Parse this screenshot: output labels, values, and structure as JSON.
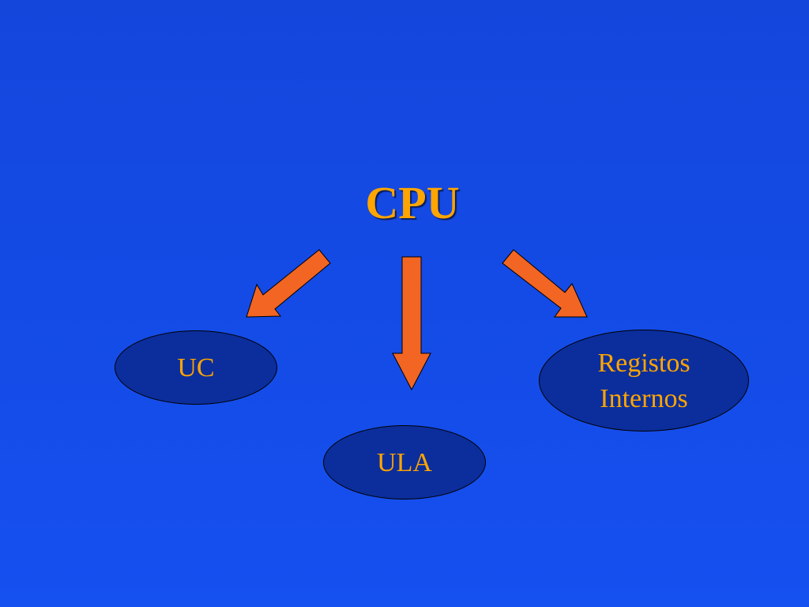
{
  "colors": {
    "background": "#1550f0",
    "text_accent": "#ffa500",
    "arrow_fill": "#f26522",
    "node_fill": "#0b2e9c",
    "outline": "#000000"
  },
  "title": "CPU",
  "nodes": [
    {
      "id": "uc",
      "label": "UC"
    },
    {
      "id": "ula",
      "label": "ULA"
    },
    {
      "id": "registos",
      "label": "Registos\nInternos"
    }
  ],
  "connections": [
    {
      "from": "CPU",
      "to": "UC",
      "direction": "down-left"
    },
    {
      "from": "CPU",
      "to": "ULA",
      "direction": "down"
    },
    {
      "from": "CPU",
      "to": "Registos Internos",
      "direction": "down-right"
    }
  ]
}
